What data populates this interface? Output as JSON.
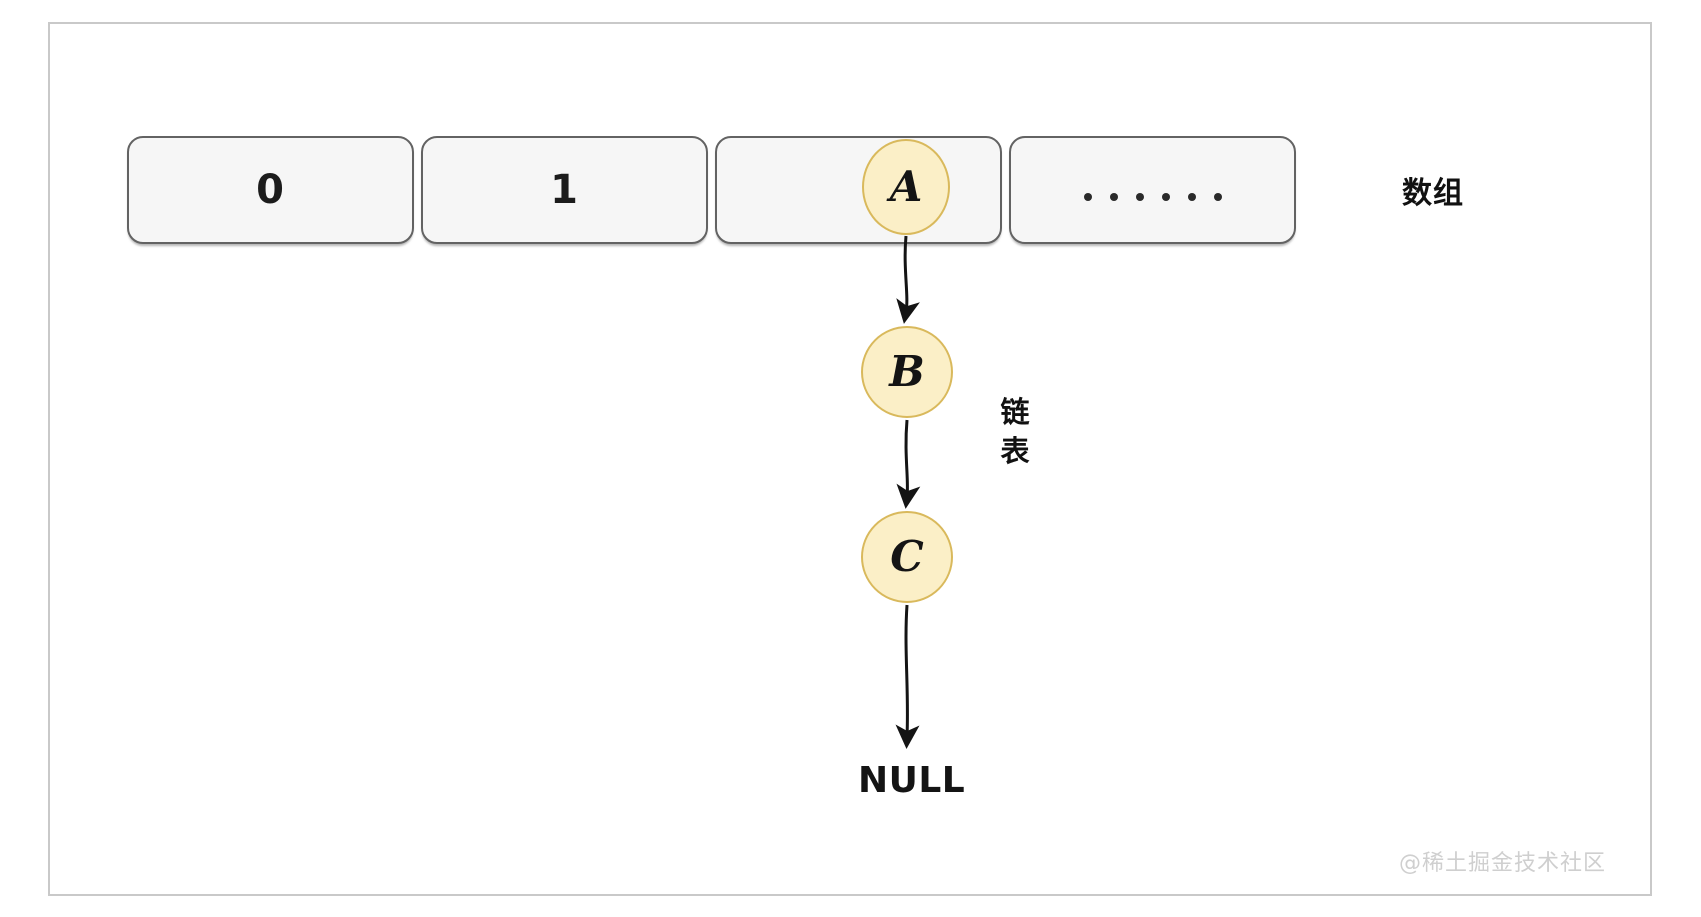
{
  "diagram": {
    "title": "hash-table-array-with-linked-list",
    "colors": {
      "node_fill": "#fbefc7",
      "node_stroke": "#d9b95c",
      "cell_fill": "#f6f6f6",
      "cell_stroke": "#636363",
      "frame_stroke": "#c9c9c9",
      "text": "#141414",
      "watermark": "#cfcfcf"
    },
    "array": {
      "label": "数组",
      "cells": [
        {
          "name": "cell-0",
          "text": "0",
          "kind": "text"
        },
        {
          "name": "cell-1",
          "text": "1",
          "kind": "text"
        },
        {
          "name": "cell-2",
          "text": "",
          "kind": "node",
          "node": "A"
        },
        {
          "name": "cell-3",
          "text": "",
          "kind": "ellipsis",
          "dots": 6
        }
      ]
    },
    "linked_list": {
      "label": "链表",
      "label_vertical": "链\n表",
      "nodes": [
        {
          "name": "node-a",
          "label": "A"
        },
        {
          "name": "node-b",
          "label": "B"
        },
        {
          "name": "node-c",
          "label": "C"
        }
      ],
      "terminator": "NULL",
      "arrows": [
        {
          "from": "A",
          "to": "B"
        },
        {
          "from": "B",
          "to": "C"
        },
        {
          "from": "C",
          "to": "NULL"
        }
      ]
    },
    "watermark": "@稀土掘金技术社区"
  }
}
